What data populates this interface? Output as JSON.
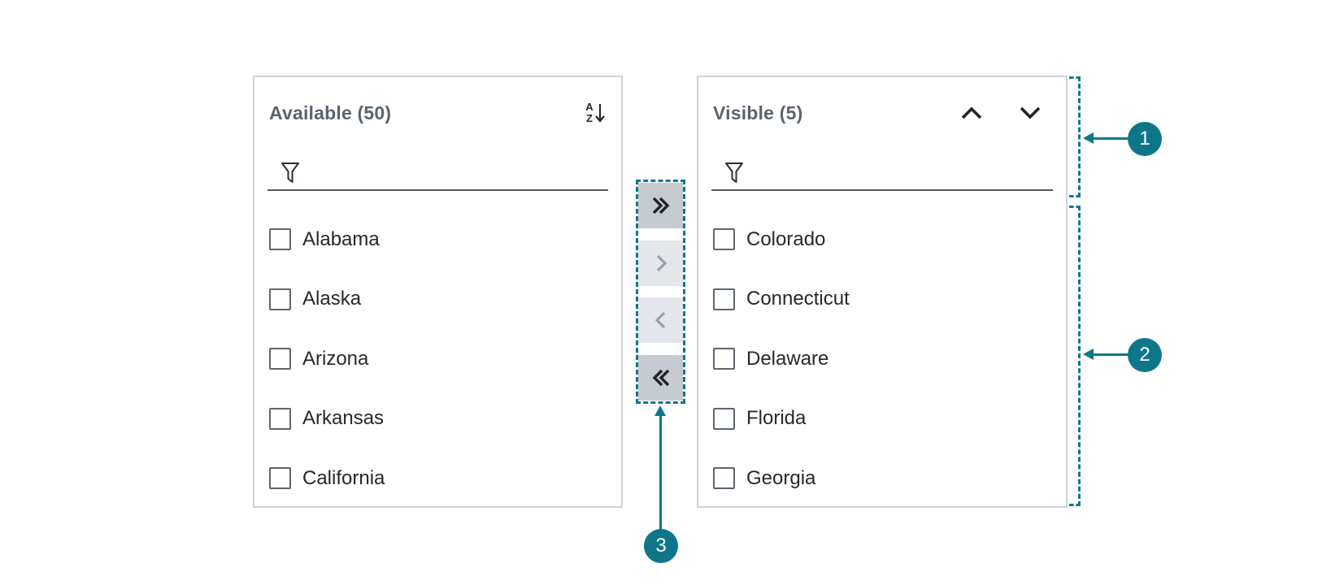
{
  "colors": {
    "accent": "#0D7789",
    "transfer_button_enabled_bg": "#C6CBD2",
    "transfer_button_disabled_bg": "#E3E6EA"
  },
  "available_panel": {
    "title": "Available (50)",
    "sort_icon": "sort-a-to-z-descending-icon",
    "sort_icon_letter_top": "A",
    "sort_icon_letter_bottom": "Z",
    "filter": {
      "value": "",
      "icon": "filter-funnel-icon"
    },
    "items": [
      {
        "label": "Alabama",
        "checked": false
      },
      {
        "label": "Alaska",
        "checked": false
      },
      {
        "label": "Arizona",
        "checked": false
      },
      {
        "label": "Arkansas",
        "checked": false
      },
      {
        "label": "California",
        "checked": false
      }
    ]
  },
  "visible_panel": {
    "title": "Visible (5)",
    "move_up_icon": "chevron-up-icon",
    "move_down_icon": "chevron-down-icon",
    "filter": {
      "value": "",
      "icon": "filter-funnel-icon"
    },
    "items": [
      {
        "label": "Colorado",
        "checked": false
      },
      {
        "label": "Connecticut",
        "checked": false
      },
      {
        "label": "Delaware",
        "checked": false
      },
      {
        "label": "Florida",
        "checked": false
      },
      {
        "label": "Georgia",
        "checked": false
      }
    ]
  },
  "transfer_buttons": [
    {
      "icon": "double-chevron-right-icon",
      "enabled": true
    },
    {
      "icon": "chevron-right-icon",
      "enabled": false
    },
    {
      "icon": "chevron-left-icon",
      "enabled": false
    },
    {
      "icon": "double-chevron-left-icon",
      "enabled": true
    }
  ],
  "callouts": [
    {
      "number": "1"
    },
    {
      "number": "2"
    },
    {
      "number": "3"
    }
  ]
}
